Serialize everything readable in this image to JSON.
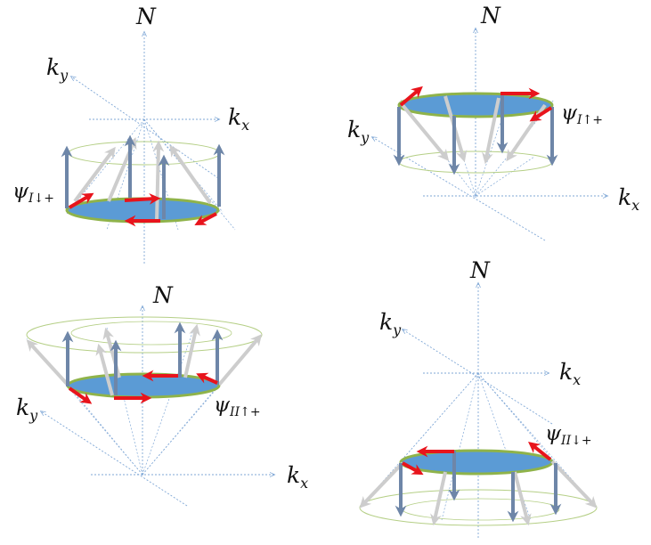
{
  "colors": {
    "axis": "#7fa7d6",
    "disk_fill": "#5b9bd5",
    "disk_rim": "#8fb34a",
    "ring": "#b5cf86",
    "spin_arrow": "#6e86a8",
    "ghost_arrow": "#cdcdcd",
    "orbit_arrow": "#e8141c",
    "text": "#111111"
  },
  "panels": [
    {
      "id": "I-down-plus",
      "axis_labels": {
        "vertical": "N",
        "x_main": "k",
        "x_sub": "x",
        "y_main": "k",
        "y_sub": "y"
      },
      "state_label": {
        "main": "ψ",
        "sub": "I↓+"
      },
      "spin_direction": "up"
    },
    {
      "id": "I-up-plus",
      "axis_labels": {
        "vertical": "N",
        "x_main": "k",
        "x_sub": "x",
        "y_main": "k",
        "y_sub": "y"
      },
      "state_label": {
        "main": "ψ",
        "sub": "I↑+"
      },
      "spin_direction": "down"
    },
    {
      "id": "II-up-plus",
      "axis_labels": {
        "vertical": "N",
        "x_main": "k",
        "x_sub": "x",
        "y_main": "k",
        "y_sub": "y"
      },
      "state_label": {
        "main": "ψ",
        "sub": "II↑+"
      },
      "spin_direction": "up"
    },
    {
      "id": "II-down-plus",
      "axis_labels": {
        "vertical": "N",
        "x_main": "k",
        "x_sub": "x",
        "y_main": "k",
        "y_sub": "y"
      },
      "state_label": {
        "main": "ψ",
        "sub": "II↓+"
      },
      "spin_direction": "down"
    }
  ]
}
